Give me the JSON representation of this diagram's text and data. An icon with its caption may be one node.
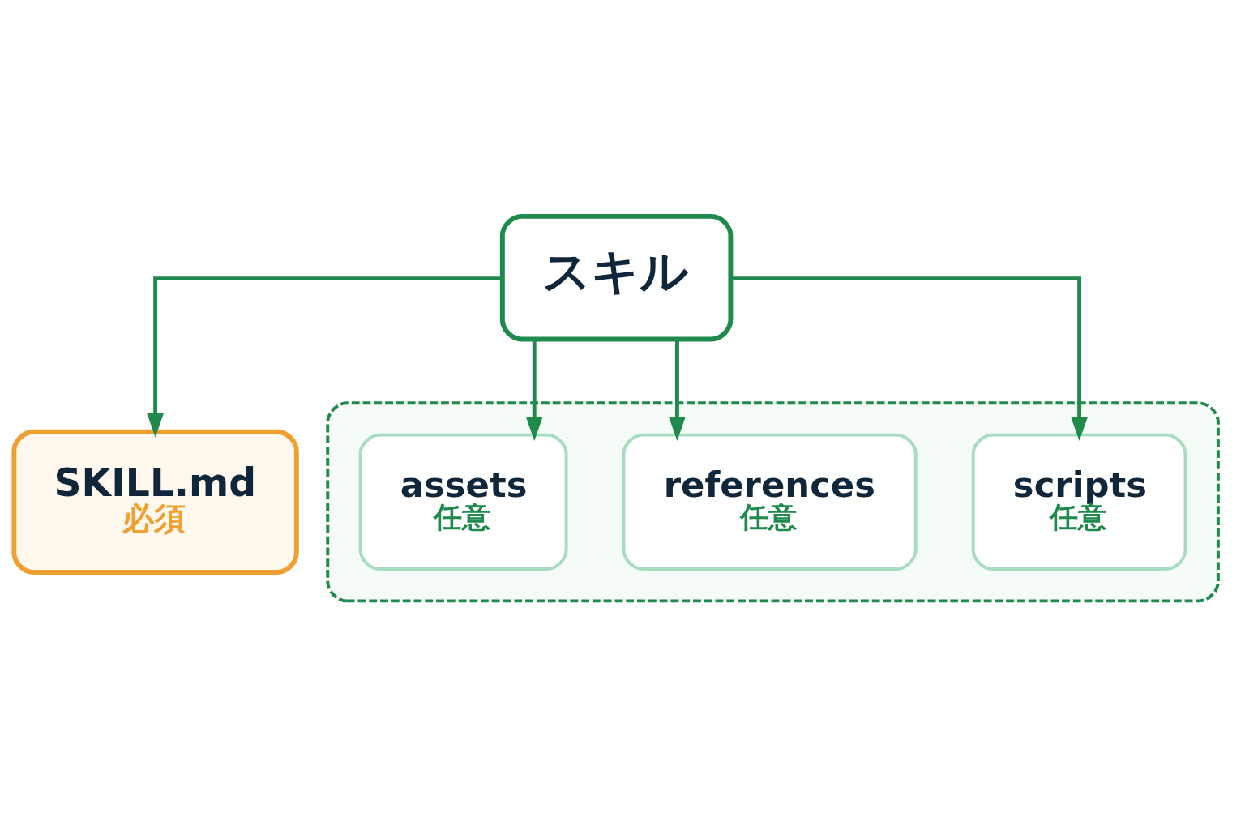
{
  "diagram": {
    "nodes": [
      {
        "text": [
          "スキル"
        ]
      },
      {
        "text": [
          "SKILL.md",
          "必須"
        ]
      },
      {
        "text": [],
        "shape": "box"
      },
      {
        "text": [
          "scripts",
          "任意"
        ],
        "in": 2
      },
      {
        "text": [
          "references",
          "任意"
        ],
        "in": 2
      },
      {
        "text": [
          "assets",
          "任意"
        ],
        "in": 2
      }
    ],
    "edges": [
      {
        "from": 0,
        "to": 1,
        "arrow": "to"
      },
      {
        "from": 0,
        "to": 3,
        "arrow": "to"
      },
      {
        "from": 0,
        "to": 4,
        "arrow": "to"
      },
      {
        "from": 0,
        "to": 5,
        "arrow": "to"
      }
    ]
  }
}
